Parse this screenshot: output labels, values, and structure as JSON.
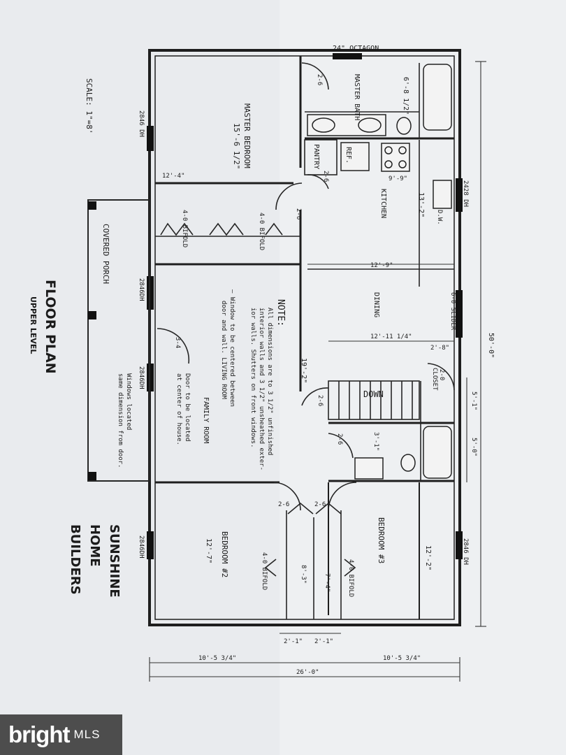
{
  "title": {
    "main": "FLOOR PLAN",
    "sub": "UPPER LEVEL",
    "scale": "SCALE: 1\"=8'"
  },
  "company": {
    "line1": "SUNSHINE",
    "line2": "HOME",
    "line3": "BUILDERS"
  },
  "rooms": {
    "master_bedroom": "MASTER BEDROOM",
    "master_bedroom_dim": "15'-6 1/2\"",
    "master_bath": "MASTER BATH",
    "kitchen": "KITCHEN",
    "kitchen_dim": "13'-2\"",
    "pantry": "PANTRY",
    "refrigerator": "REF.",
    "dishwasher": "D.W.",
    "dining": "DINING",
    "family_room": "FAMILY ROOM",
    "living_room": "LIVING ROOM",
    "bedroom2": "BEDROOM #2",
    "bedroom2_dim": "12'-7\"",
    "bedroom3": "BEDROOM #3",
    "bedroom3_dim": "12'-2\"",
    "closet": "CLOSET",
    "stair": "DOWN",
    "covered_porch": "COVERED PORCH"
  },
  "labels": {
    "octagon": "24\" OCTAGON",
    "window_2846_top": "2846 DH",
    "window_2846_mid": "2846DH",
    "window_2846_low": "2846DH",
    "window_2846_bot": "2846DH",
    "window_2428": "2428 DH",
    "window_2846_right": "2846 DH",
    "slider": "6-0 SLIDER",
    "bifold_a": "4-0 BIFOLD",
    "bifold_b": "4-0 BIFOLD",
    "bifold_c": "4-0 BIFOLD",
    "bifold_d": "4-0 BIFOLD",
    "door_26_a": "2-6",
    "door_26_b": "2-6",
    "door_26_c": "2-6",
    "door_26_d": "2-6",
    "door_26_e": "2-6",
    "door_26_f": "2-6",
    "door_26_g": "2-6",
    "door_34": "3-4",
    "door_20": "2-0",
    "door_28": "2-8",
    "dim_6_8_half": "6'-8 1/2\"",
    "dim_9_9": "9'-9\"",
    "dim_12_4": "12'-4\"",
    "dim_12_9": "12'-9\"",
    "dim_12_11": "12'-11 1/4\"",
    "dim_19_2": "19'-2\"",
    "dim_2_8": "2'-8\"",
    "dim_2_1_a": "2'-1\"",
    "dim_2_1_b": "2'-1\"",
    "dim_5_1": "5'-1\"",
    "dim_5_0": "5'-0\"",
    "dim_7_4": "7'-4\"",
    "dim_8_3": "8'-3\"",
    "dim_10_5_a": "10'-5 3/4\"",
    "dim_10_5_b": "10'-5 3/4\"",
    "dim_26": "26'-0\"",
    "dim_50": "50'-0\"",
    "dim_3_1": "3'-1\""
  },
  "notes": {
    "heading": "NOTE:",
    "line1": "All dimensions are to 3 1/2\" unfinished",
    "line2": "interior walls and 3 1/2\" unsheathed exter-",
    "line3": "ior walls. Shutters on front windows.",
    "line4": "— Window to be centered between",
    "line5": "door and wall. LIVING ROOM",
    "door_note1": "Door to be located",
    "door_note2": "at center of house.",
    "window_note1": "Windows located",
    "window_note2": "same dimension from door."
  },
  "watermark": {
    "brand": "bright",
    "suffix": "MLS"
  }
}
